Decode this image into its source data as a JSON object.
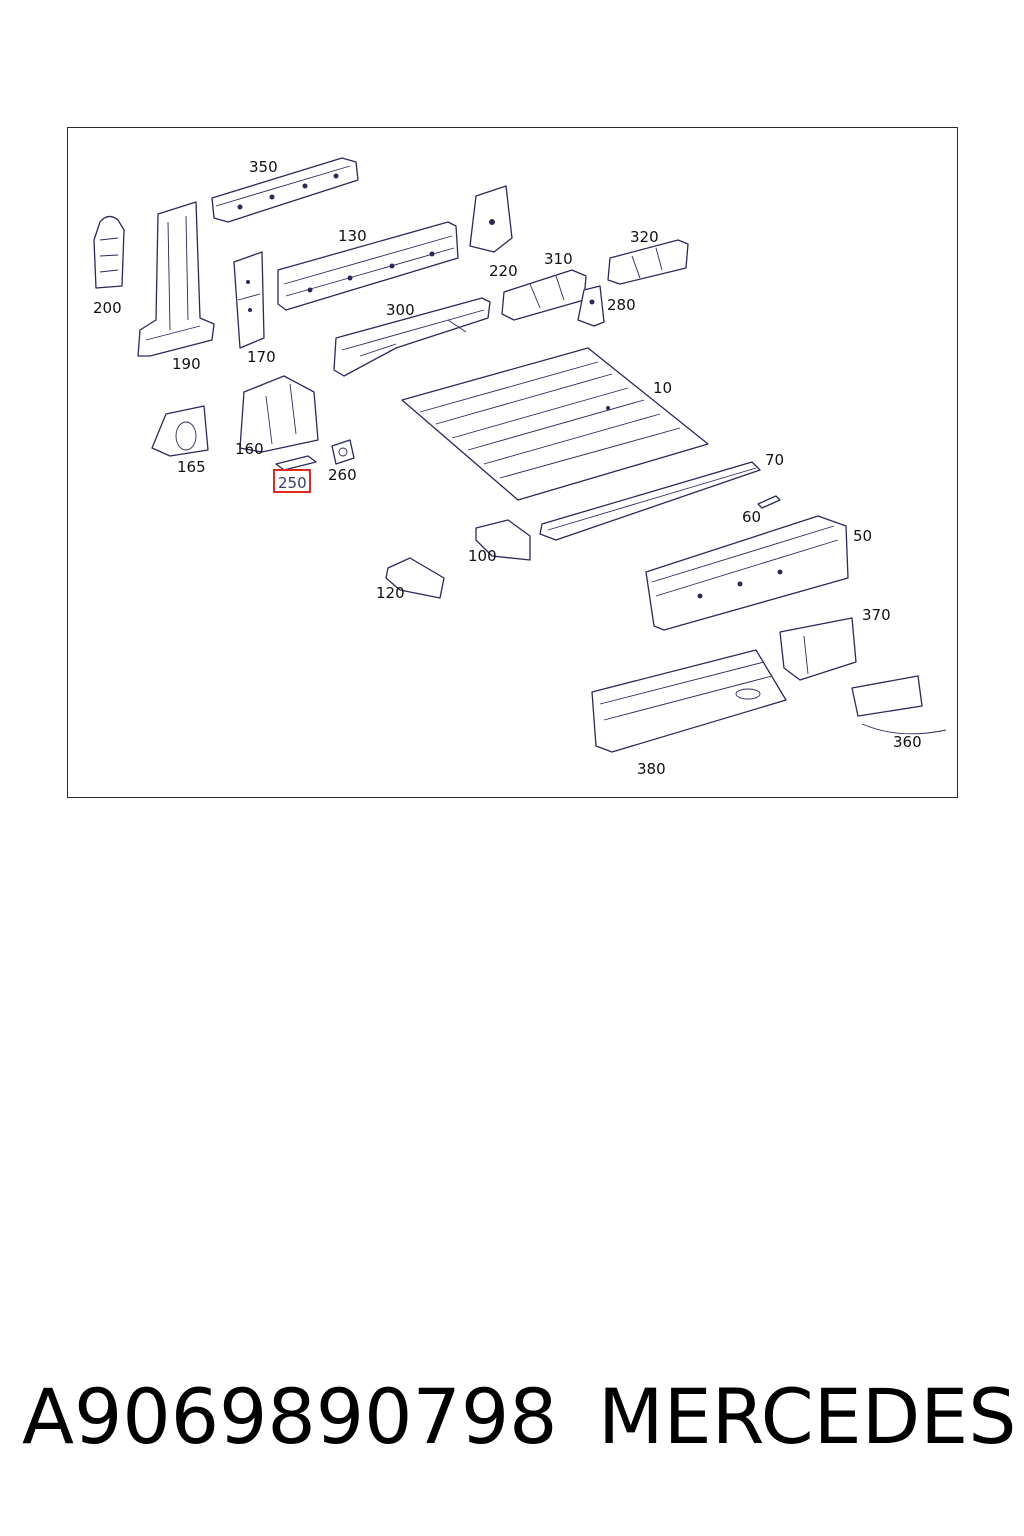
{
  "diagram": {
    "callouts": [
      "350",
      "130",
      "220",
      "310",
      "320",
      "200",
      "190",
      "170",
      "300",
      "280",
      "10",
      "160",
      "165",
      "250",
      "260",
      "70",
      "60",
      "50",
      "100",
      "120",
      "370",
      "380",
      "360"
    ],
    "highlighted_callout": "250",
    "highlight_color": "#e0281e",
    "line_color": "#2a2a5a"
  },
  "caption": {
    "part_number": "A9069890798",
    "brand": "MERCEDES"
  }
}
